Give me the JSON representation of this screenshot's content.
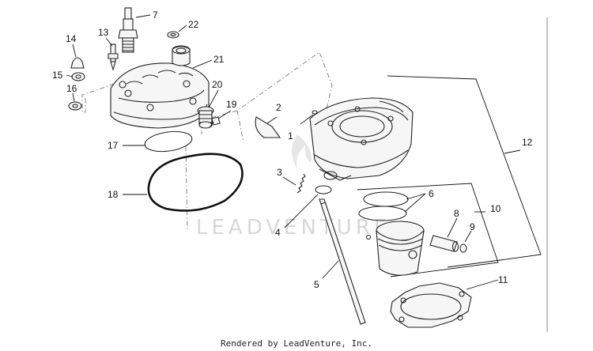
{
  "watermark": "LEADVENTURE",
  "footer": "Rendered by LeadVenture, Inc.",
  "callouts": [
    {
      "id": "1",
      "label": "1"
    },
    {
      "id": "2",
      "label": "2"
    },
    {
      "id": "3",
      "label": "3"
    },
    {
      "id": "4",
      "label": "4"
    },
    {
      "id": "5",
      "label": "5"
    },
    {
      "id": "6",
      "label": "6"
    },
    {
      "id": "7",
      "label": "7"
    },
    {
      "id": "8",
      "label": "8"
    },
    {
      "id": "9",
      "label": "9"
    },
    {
      "id": "10",
      "label": "10"
    },
    {
      "id": "11",
      "label": "11"
    },
    {
      "id": "12",
      "label": "12"
    },
    {
      "id": "13",
      "label": "13"
    },
    {
      "id": "14",
      "label": "14"
    },
    {
      "id": "15",
      "label": "15"
    },
    {
      "id": "16",
      "label": "16"
    },
    {
      "id": "17",
      "label": "17"
    },
    {
      "id": "18",
      "label": "18"
    },
    {
      "id": "19",
      "label": "19"
    },
    {
      "id": "20",
      "label": "20"
    },
    {
      "id": "21",
      "label": "21"
    },
    {
      "id": "22",
      "label": "22"
    }
  ]
}
